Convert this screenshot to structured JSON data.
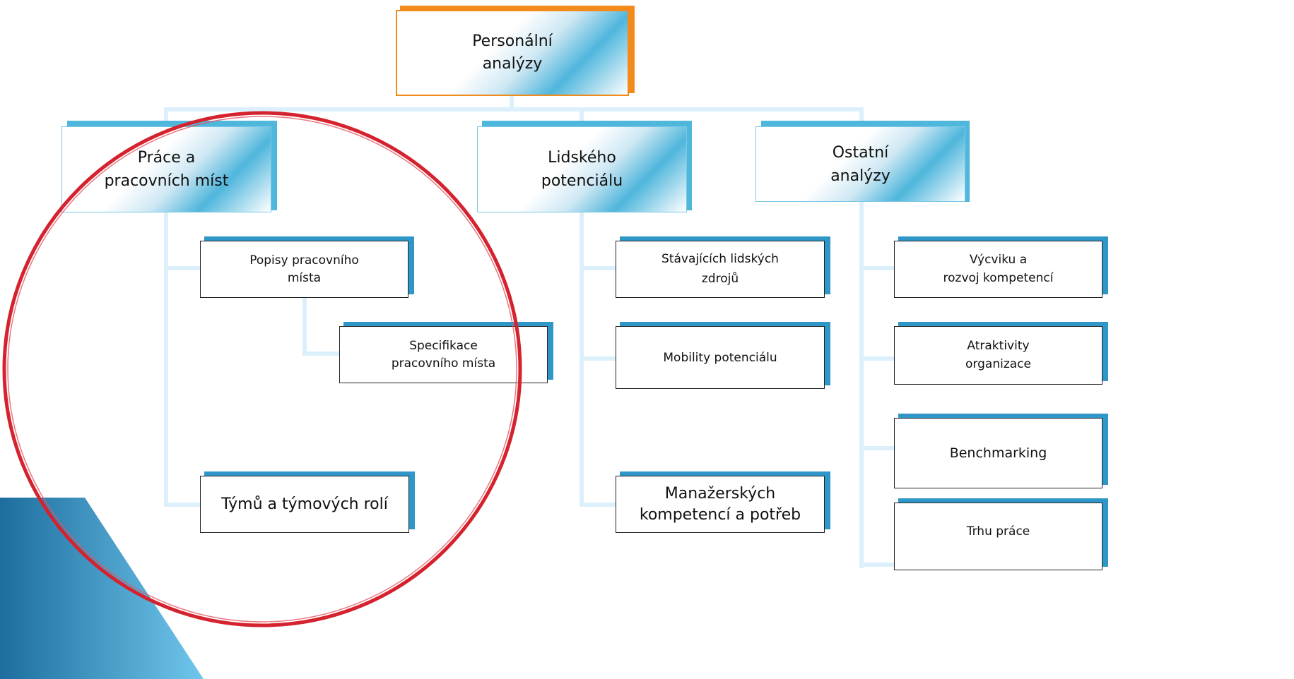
{
  "root": {
    "label": "Personální\nanalýzy"
  },
  "categories": [
    {
      "label": "Práce  a\npracovních míst"
    },
    {
      "label": "Lidského\npotenciálu"
    },
    {
      "label": "Ostatní\nanalýzy"
    }
  ],
  "work_items": [
    {
      "label": "Popisy pracovního\nmísta"
    },
    {
      "label": "Specifikace\npracovního místa"
    },
    {
      "label": "Týmů a týmových rolí"
    }
  ],
  "potential_items": [
    {
      "label": "Stávajících lidských\nzdrojů"
    },
    {
      "label": "Mobility potenciálu"
    },
    {
      "label": "Manažerských\nkompetencí  a potřeb"
    }
  ],
  "other_items": [
    {
      "label": "Výcviku a\nrozvoj kompetencí"
    },
    {
      "label": "Atraktivity\norganizace"
    },
    {
      "label": "Benchmarking"
    },
    {
      "label": "Trhu práce"
    }
  ],
  "colors": {
    "accent_orange": "#f28a1c",
    "accent_blue": "#2f97c8",
    "connector": "#dcf0fb",
    "highlight_circle": "#d4232f"
  }
}
